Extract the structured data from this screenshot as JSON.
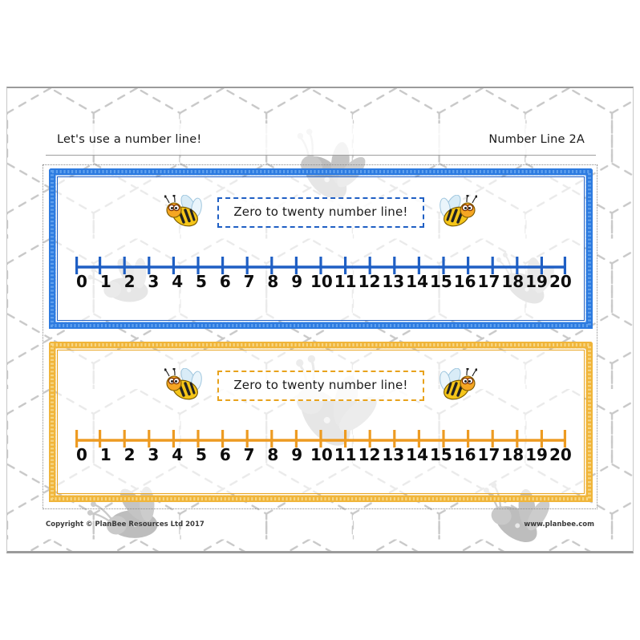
{
  "document": {
    "header": {
      "left_title": "Let's use a number line!",
      "right_title": "Number Line 2A"
    },
    "footer": {
      "copyright": "Copyright © PlanBee Resources Ltd 2017",
      "website": "www.planbee.com"
    },
    "cards": [
      {
        "id": "blue",
        "title": "Zero to twenty number line!",
        "accent_color": "#1f5fc4",
        "border_color": "#2d7be0",
        "tick_color": "#1f5fc4",
        "labels": [
          "0",
          "1",
          "2",
          "3",
          "4",
          "5",
          "6",
          "7",
          "8",
          "9",
          "10",
          "11",
          "12",
          "13",
          "14",
          "15",
          "16",
          "17",
          "18",
          "19",
          "20"
        ]
      },
      {
        "id": "orange",
        "title": "Zero to twenty number line!",
        "accent_color": "#e8a21c",
        "border_color": "#f0b53a",
        "tick_color": "#ed9b22",
        "labels": [
          "0",
          "1",
          "2",
          "3",
          "4",
          "5",
          "6",
          "7",
          "8",
          "9",
          "10",
          "11",
          "12",
          "13",
          "14",
          "15",
          "16",
          "17",
          "18",
          "19",
          "20"
        ]
      }
    ],
    "icons": {
      "bee_left": "bee-icon",
      "bee_right": "bee-icon",
      "watermark": "bee-watermark-icon"
    },
    "colors": {
      "page_background": "#ffffff",
      "honeycomb_line": "#c4c4c4",
      "watermark_grey": "#bfbfbf",
      "text": "#1a1a1a"
    }
  }
}
